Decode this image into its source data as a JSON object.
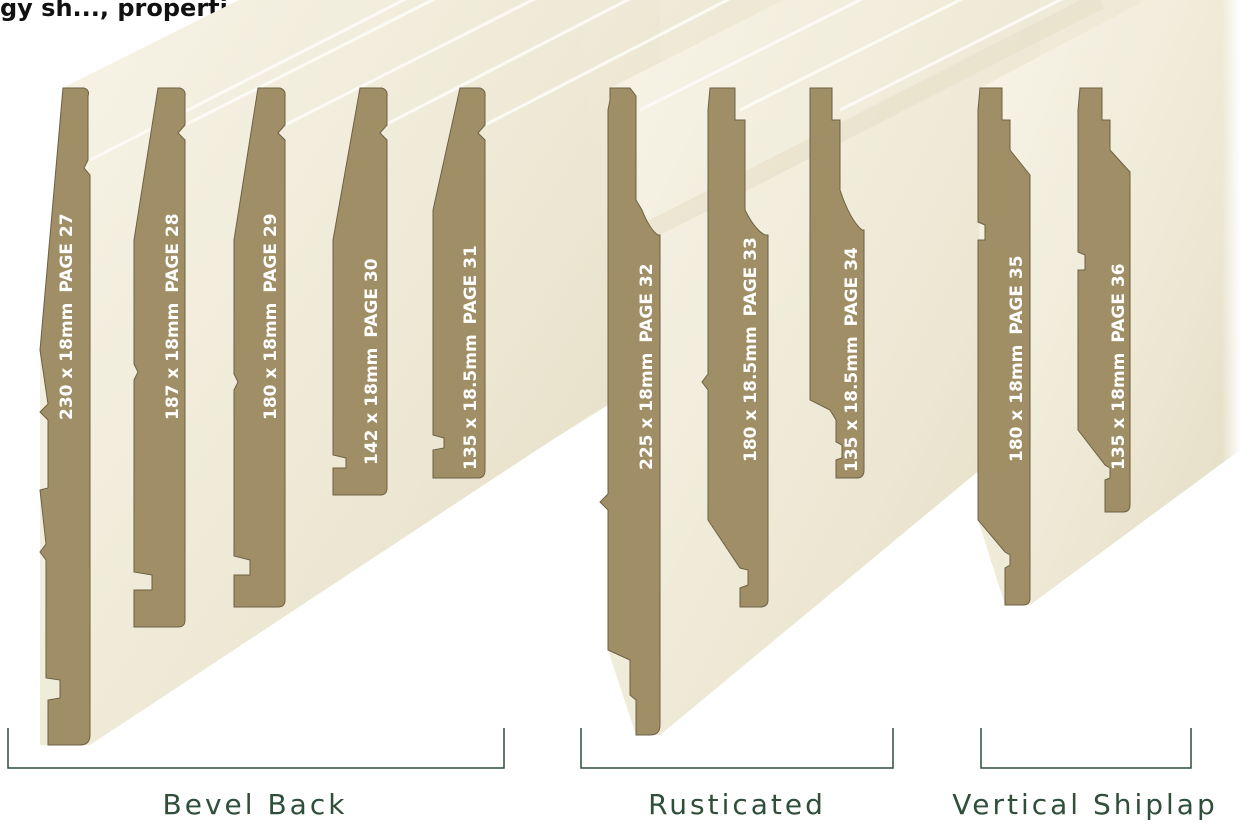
{
  "header": {
    "partial_caption": "gy sh..., properties, ... ... ... ... ..g"
  },
  "colors": {
    "profile_fill": "#a08f66",
    "board_face": "#efead7",
    "board_highlight": "#f8f5ea",
    "board_shade": "#ddd6bf",
    "bracket": "#2f4f3a",
    "label_text": "#2f4f3a"
  },
  "profiles": [
    {
      "size": "230 x 18mm",
      "page": "PAGE 27",
      "group": "Bevel Back"
    },
    {
      "size": "187 x 18mm",
      "page": "PAGE 28",
      "group": "Bevel Back"
    },
    {
      "size": "180 x 18mm",
      "page": "PAGE 29",
      "group": "Bevel Back"
    },
    {
      "size": "142 x 18mm",
      "page": "PAGE 30",
      "group": "Bevel Back"
    },
    {
      "size": "135 x 18.5mm",
      "page": "PAGE 31",
      "group": "Bevel Back"
    },
    {
      "size": "225 x 18mm",
      "page": "PAGE 32",
      "group": "Rusticated"
    },
    {
      "size": "180 x 18.5mm",
      "page": "PAGE 33",
      "group": "Rusticated"
    },
    {
      "size": "135 x 18.5mm",
      "page": "PAGE 34",
      "group": "Rusticated"
    },
    {
      "size": "180 x 18mm",
      "page": "PAGE 35",
      "group": "Vertical Shiplap"
    },
    {
      "size": "135 x 18mm",
      "page": "PAGE 36",
      "group": "Vertical Shiplap"
    }
  ],
  "groups": {
    "bevel_back": "Bevel Back",
    "rusticated": "Rusticated",
    "vertical_shiplap": "Vertical Shiplap"
  }
}
